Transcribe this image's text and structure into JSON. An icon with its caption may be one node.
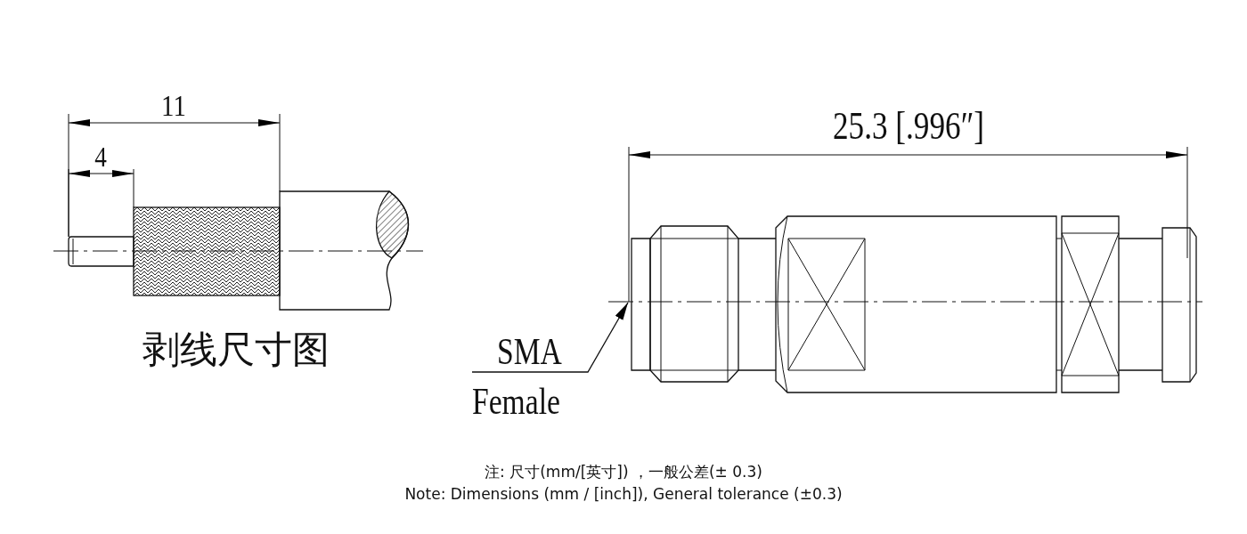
{
  "diagram": {
    "nodes": [
      {
        "text": [
          "SMA",
          "Female"
        ]
      },
      {
        "text": [],
        "shape": "picture"
      }
    ],
    "edges": [
      {
        "from": 0,
        "to": 1,
        "arrow": "to"
      }
    ],
    "labels": [
      "11",
      "4",
      "剥线尺寸图",
      "25.3 [.996″]",
      "注: 尺寸(mm/[英寸]) ，一般公差(± 0.3)",
      "Note: Dimensions (mm / [inch]), General tolerance (±0.3)"
    ]
  }
}
